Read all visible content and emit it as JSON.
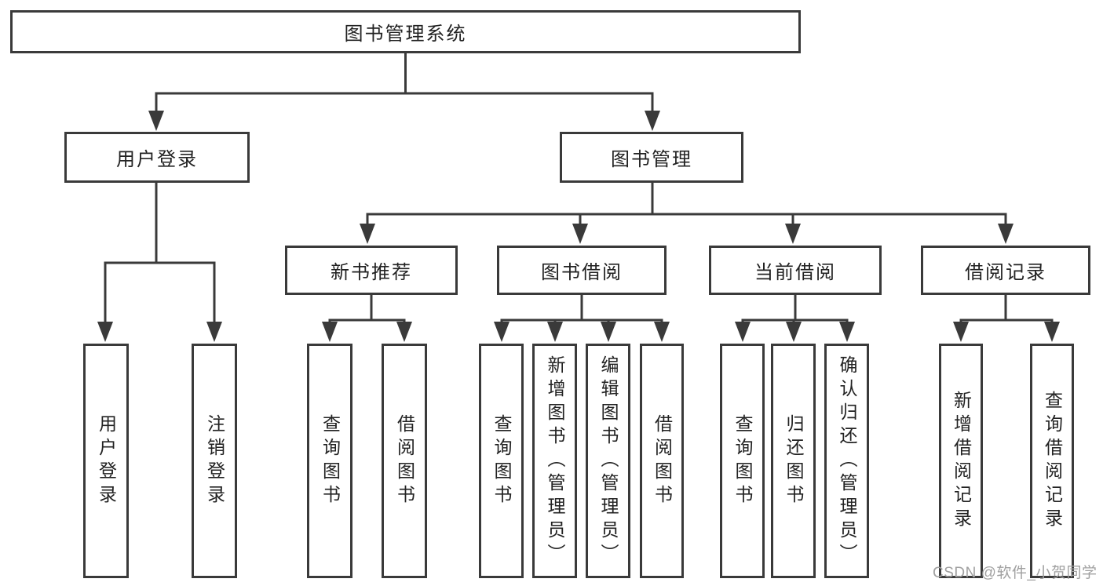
{
  "diagram": {
    "root": {
      "label": "图书管理系统"
    },
    "level2": [
      {
        "label": "用户登录"
      },
      {
        "label": "图书管理"
      }
    ],
    "level3": [
      {
        "label": "新书推荐"
      },
      {
        "label": "图书借阅"
      },
      {
        "label": "当前借阅"
      },
      {
        "label": "借阅记录"
      }
    ],
    "leaves": [
      {
        "label": "用户登录"
      },
      {
        "label": "注销登录"
      },
      {
        "label": "查询图书"
      },
      {
        "label": "借阅图书"
      },
      {
        "label": "查询图书"
      },
      {
        "label": "新增图书（管理员）"
      },
      {
        "label": "编辑图书（管理员）"
      },
      {
        "label": "借阅图书"
      },
      {
        "label": "查询图书"
      },
      {
        "label": "归还图书"
      },
      {
        "label": "确认归还（管理员）"
      },
      {
        "label": "新增借阅记录"
      },
      {
        "label": "查询借阅记录"
      }
    ]
  },
  "watermark": {
    "text": "CSDN @软件_小贺同学"
  },
  "colors": {
    "line": "#3a3a3a",
    "text": "#222222",
    "background": "#ffffff",
    "watermark": "#a0a0a0"
  }
}
